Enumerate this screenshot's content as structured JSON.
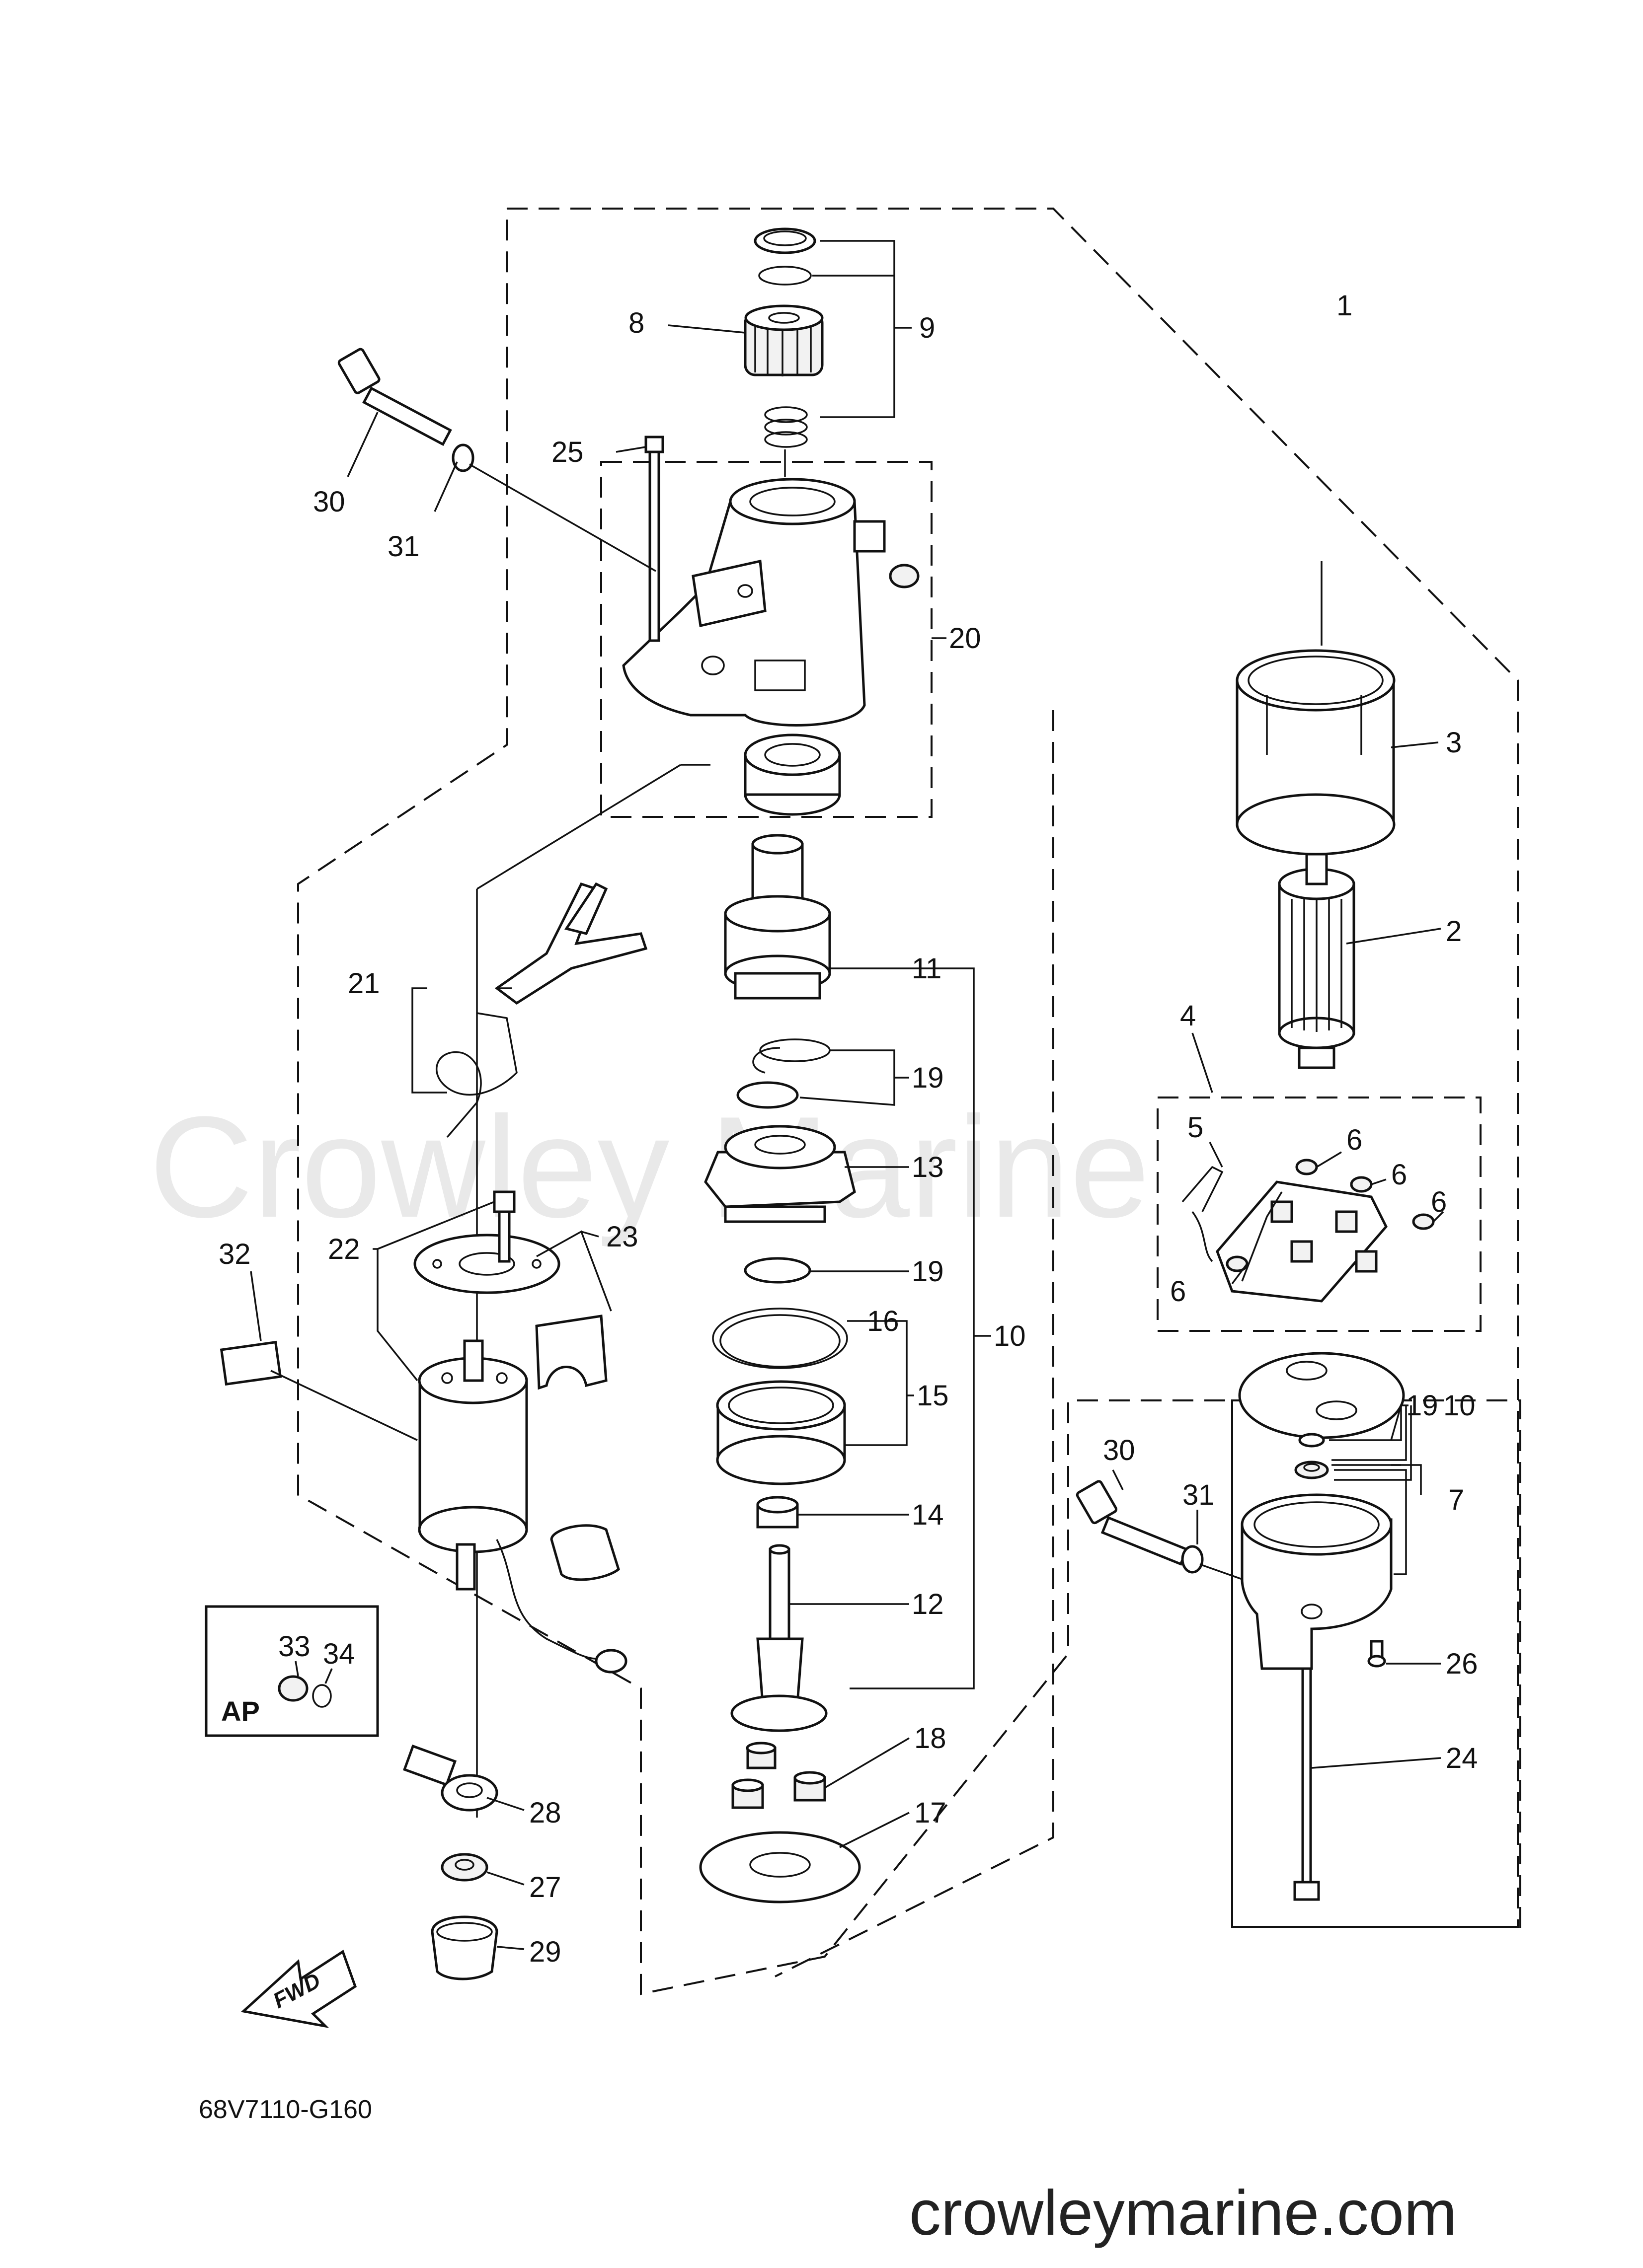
{
  "diagram": {
    "watermark": "Crowley Marine",
    "diagram_code": "68V7110-G160",
    "site_url": "crowleymarine.com",
    "ap_label": "AP",
    "fwd_label": "FWD",
    "callouts": {
      "c1": "1",
      "c2": "2",
      "c3": "3",
      "c4": "4",
      "c5": "5",
      "c6a": "6",
      "c6b": "6",
      "c6c": "6",
      "c6d": "6",
      "c7": "7",
      "c8": "8",
      "c9": "9",
      "c10a": "10",
      "c10b": "10",
      "c11": "11",
      "c12": "12",
      "c13": "13",
      "c14": "14",
      "c15": "15",
      "c16": "16",
      "c17": "17",
      "c18": "18",
      "c19a": "19",
      "c19b": "19",
      "c19c": "19",
      "c20": "20",
      "c21": "21",
      "c22": "22",
      "c23": "23",
      "c24": "24",
      "c25": "25",
      "c26": "26",
      "c27": "27",
      "c28": "28",
      "c29": "29",
      "c30a": "30",
      "c30b": "30",
      "c31a": "31",
      "c31b": "31",
      "c32": "32",
      "c33": "33",
      "c34": "34"
    }
  }
}
